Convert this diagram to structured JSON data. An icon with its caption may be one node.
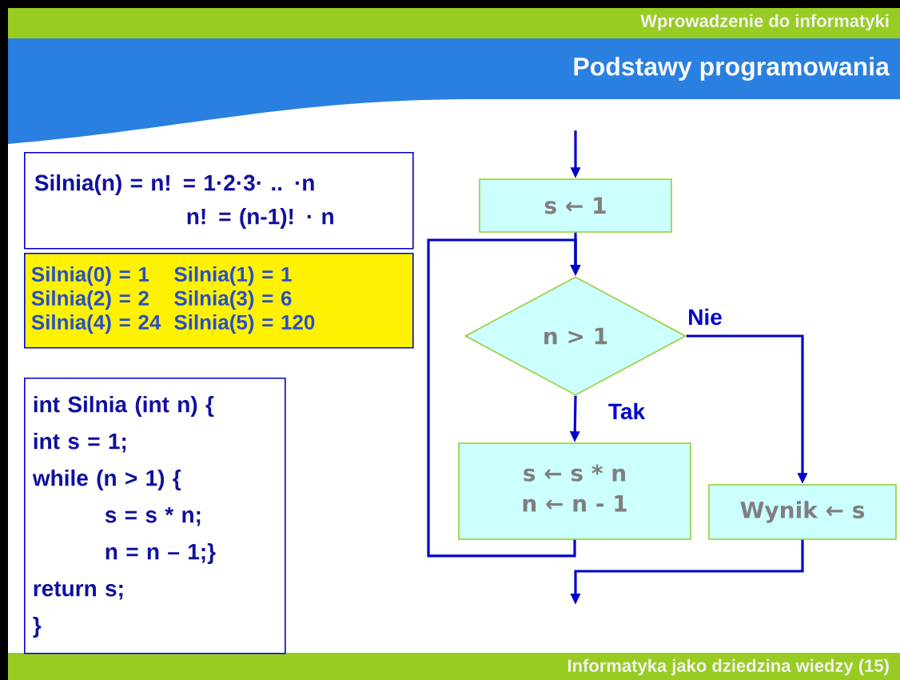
{
  "diagram": {
    "title": "Podstawy programowania",
    "nodes": [
      {
        "text": [
          "Silnia(n) = n! = 1·2·3· .. ·n",
          "n! = (n-1)! · n"
        ]
      },
      {
        "text": [
          "Silnia(0) =   1",
          "Silnia(1) =    1",
          "Silnia(2) =   2",
          "Silnia(3) =    6",
          "Silnia(4) = 24",
          "Silnia(5) = 120"
        ]
      },
      {
        "text": [
          "int Silnia (int n) {",
          "int s = 1;",
          "while (n > 1) {",
          "s = s * n;",
          "n = n – 1;}",
          "return s;",
          "}"
        ]
      },
      {
        "text": [
          "s ← 1"
        ]
      },
      {
        "text": [
          "n > 1"
        ]
      },
      {
        "text": [
          "s ← s * n",
          "n ← n - 1"
        ]
      },
      {
        "text": [
          "Wynik ← s"
        ]
      }
    ],
    "edges": [
      {
        "from": null,
        "to": 3,
        "arrow": "to"
      },
      {
        "from": 3,
        "to": 4,
        "arrow": "to"
      },
      {
        "from": 4,
        "to": 5,
        "arrow": "to",
        "label": "Tak"
      },
      {
        "from": 4,
        "to": 6,
        "arrow": "to",
        "label": "Nie"
      },
      {
        "from": 5,
        "to": 4,
        "arrow": "to"
      },
      {
        "from": 6,
        "to": null,
        "arrow": "to"
      }
    ],
    "labels": [
      "Wprowadzenie do informatyki",
      "Informatyka jako dziedzina wiedzy (15)"
    ]
  }
}
